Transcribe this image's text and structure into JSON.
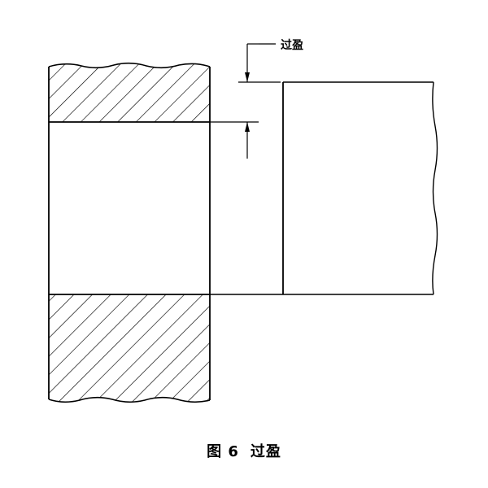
{
  "diagram": {
    "callout_label": "过盈"
  },
  "caption": {
    "figure_no": "图 6",
    "title": "过盈"
  }
}
